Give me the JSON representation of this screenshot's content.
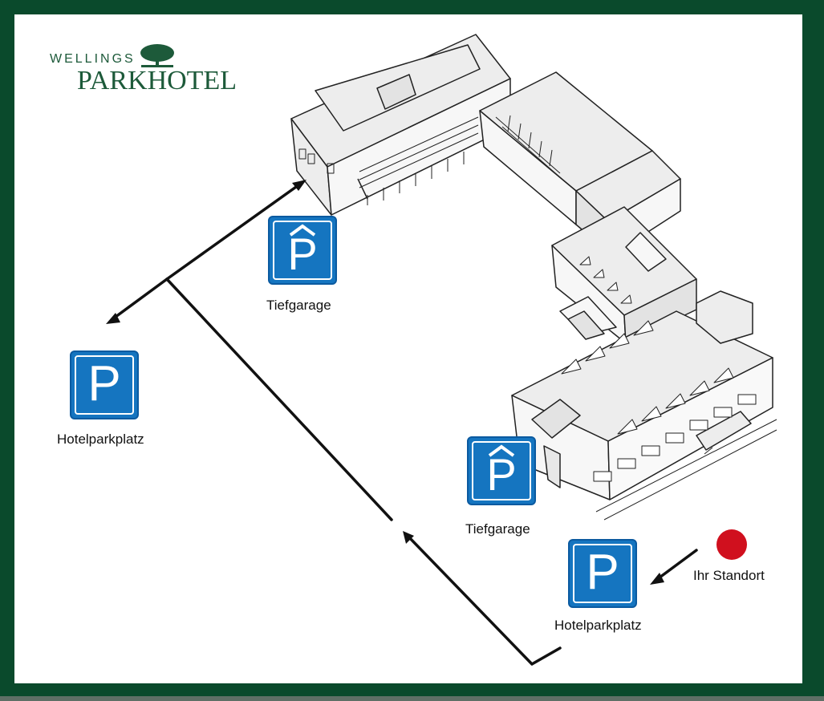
{
  "logo": {
    "brand_top": "WELLINGS",
    "brand_main": "PARKHOTEL",
    "brand_color": "#1d5a3a"
  },
  "colors": {
    "frame": "#0a4a2c",
    "parking_blue": "#1575c0",
    "location_dot": "#d0101e"
  },
  "signs": [
    {
      "kind": "garage",
      "letter": "P",
      "label": "Tiefgarage"
    },
    {
      "kind": "parking",
      "letter": "P",
      "label": "Hotelparkplatz"
    },
    {
      "kind": "garage",
      "letter": "P",
      "label": "Tiefgarage"
    },
    {
      "kind": "parking",
      "letter": "P",
      "label": "Hotelparkplatz"
    }
  ],
  "location": {
    "label": "Ihr Standort",
    "icon": "location-dot-icon"
  }
}
